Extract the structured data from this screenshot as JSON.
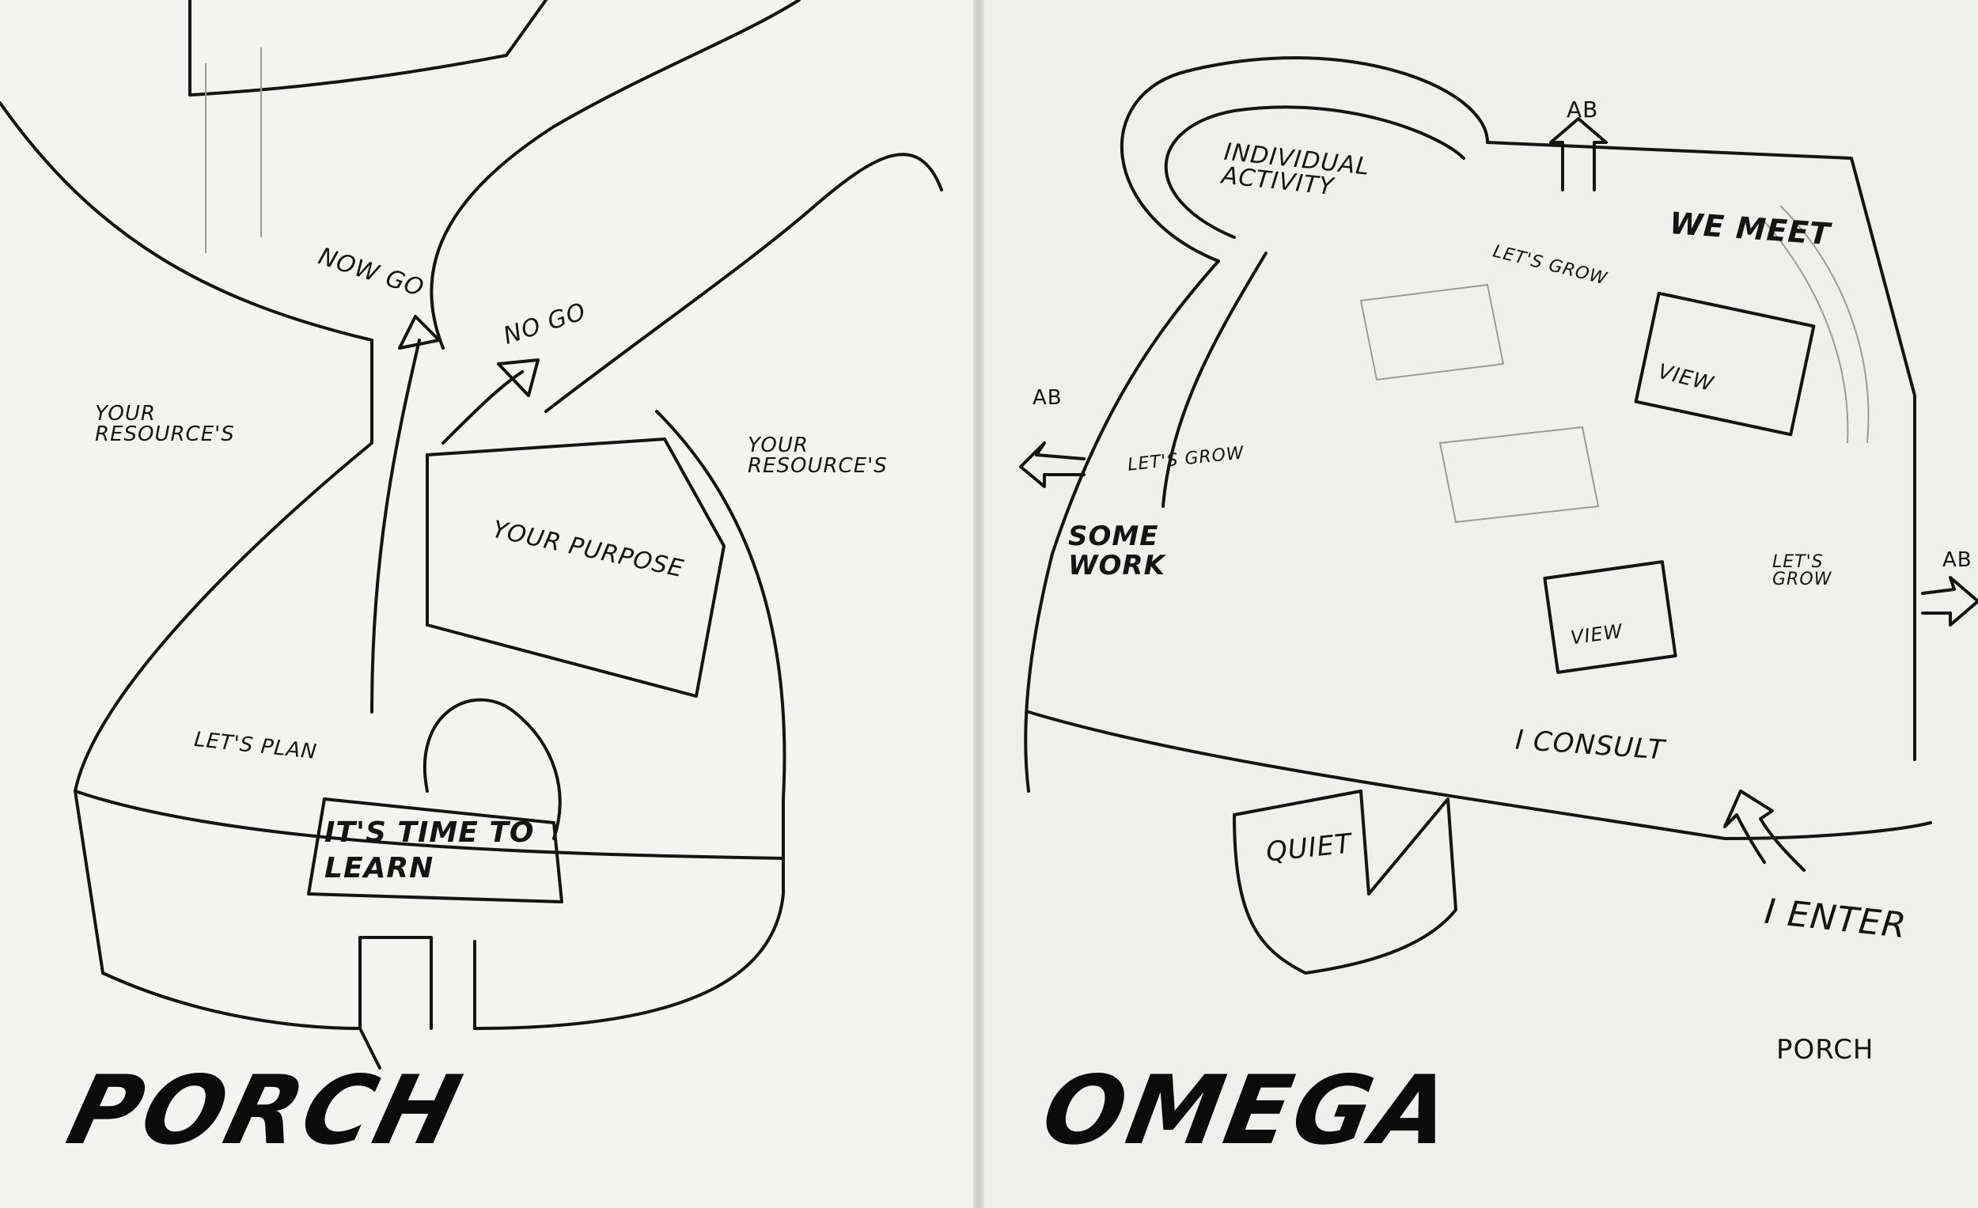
{
  "left_sheet": {
    "title": "PORCH",
    "labels": {
      "now_go": "NOW GO",
      "no_go": "NO GO",
      "resources_left": "YOUR RESOURCE'S",
      "resources_right": "YOUR RESOURCE'S",
      "purpose": "YOUR PURPOSE",
      "plan": "LET'S PLAN",
      "time_to_learn": "IT'S TIME TO LEARN"
    }
  },
  "right_sheet": {
    "title": "OMEGA",
    "labels": {
      "individual_activity": "INDIVIDUAL ACTIVITY",
      "ab_top": "AB",
      "ab_left": "AB",
      "ab_right": "AB",
      "we_meet": "WE MEET",
      "lets_grow_top": "LET'S GROW",
      "lets_grow_left": "LET'S GROW",
      "lets_grow_right": "LET'S GROW",
      "view_top": "VIEW",
      "view_bottom": "VIEW",
      "some_work": "SOME WORK",
      "i_consult": "I CONSULT",
      "quiet": "QUIET",
      "i_enter": "I ENTER",
      "porch": "PORCH"
    }
  },
  "colors": {
    "ink": "#141414",
    "pencil": "#9a9a9a",
    "paper": "#f3f3f1"
  }
}
